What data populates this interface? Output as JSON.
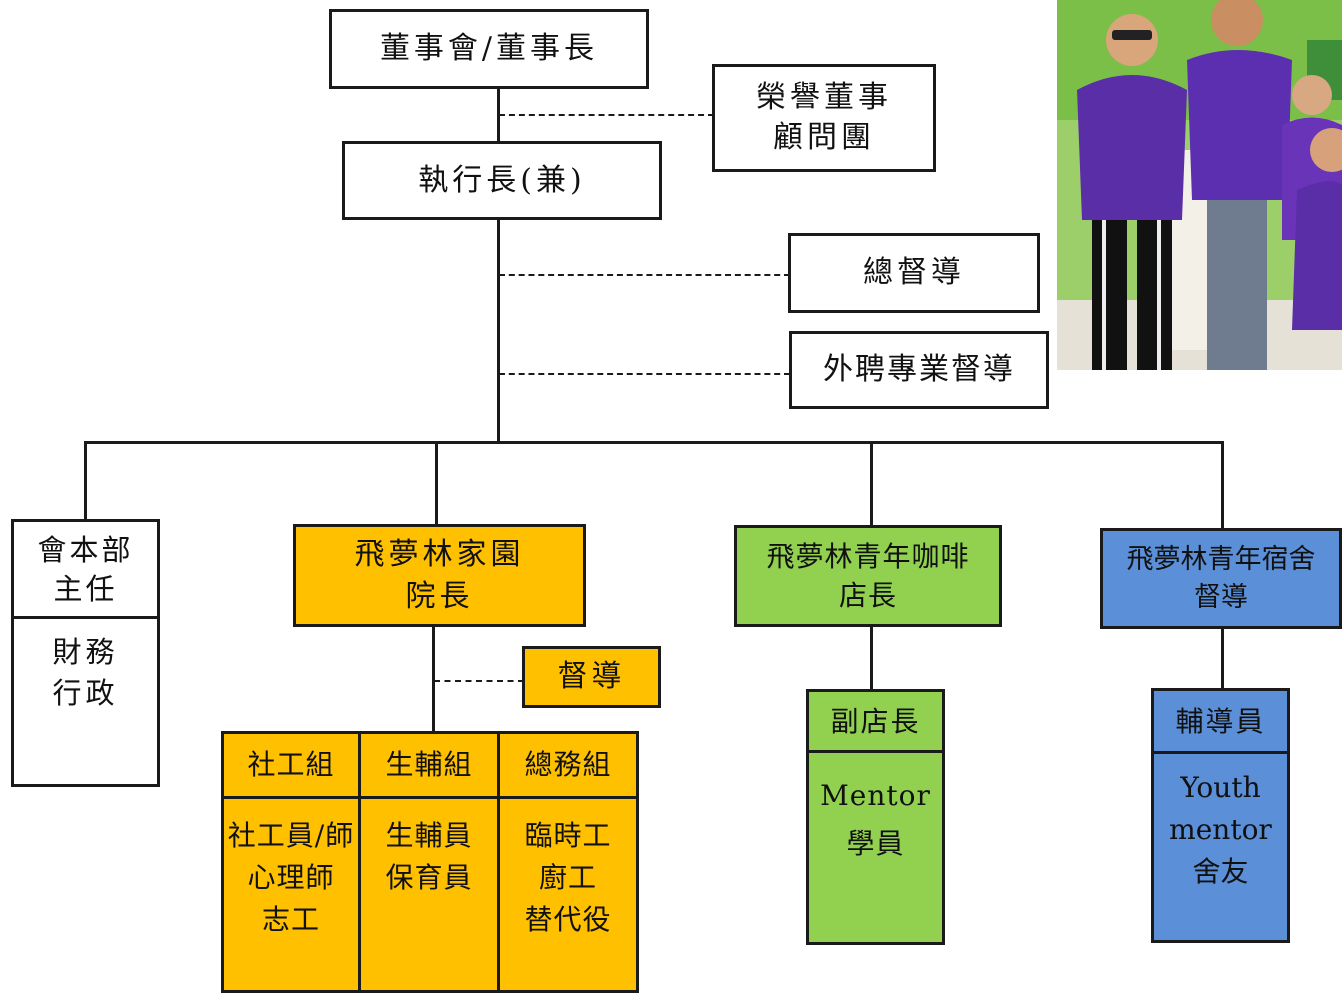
{
  "board": {
    "title": "董事會/董事長"
  },
  "honor": {
    "line1": "榮譽董事",
    "line2": "顧問團"
  },
  "ceo": {
    "title": "執行長(兼)"
  },
  "chief_supervisor": {
    "title": "總督導"
  },
  "external_supervisor": {
    "title": "外聘專業督導"
  },
  "admin": {
    "head_line1": "會本部",
    "head_line2": "主任",
    "body_line1": "財務",
    "body_line2": "行政"
  },
  "home": {
    "head_line1": "飛夢林家園",
    "head_line2": "院長",
    "supervisor": "督導",
    "groups": [
      {
        "label": "社工組",
        "members": [
          "社工員/師",
          "心理師",
          "志工"
        ]
      },
      {
        "label": "生輔組",
        "members": [
          "生輔員",
          "保育員"
        ]
      },
      {
        "label": "總務組",
        "members": [
          "臨時工",
          "廚工",
          "替代役"
        ]
      }
    ]
  },
  "cafe": {
    "head_line1": "飛夢林青年咖啡",
    "head_line2": "店長",
    "deputy": "副店長",
    "members": [
      "Mentor",
      "學員"
    ]
  },
  "dorm": {
    "head_line1": "飛夢林青年宿舍",
    "head_line2": "督導",
    "counselor": "輔導員",
    "members": [
      "Youth",
      "mentor",
      "舍友"
    ]
  },
  "colors": {
    "orange": "#ffc000",
    "green": "#92d050",
    "blue": "#5b8fd8",
    "line": "#1a1a1a"
  },
  "photo": {
    "description_icon": "team-photo"
  }
}
